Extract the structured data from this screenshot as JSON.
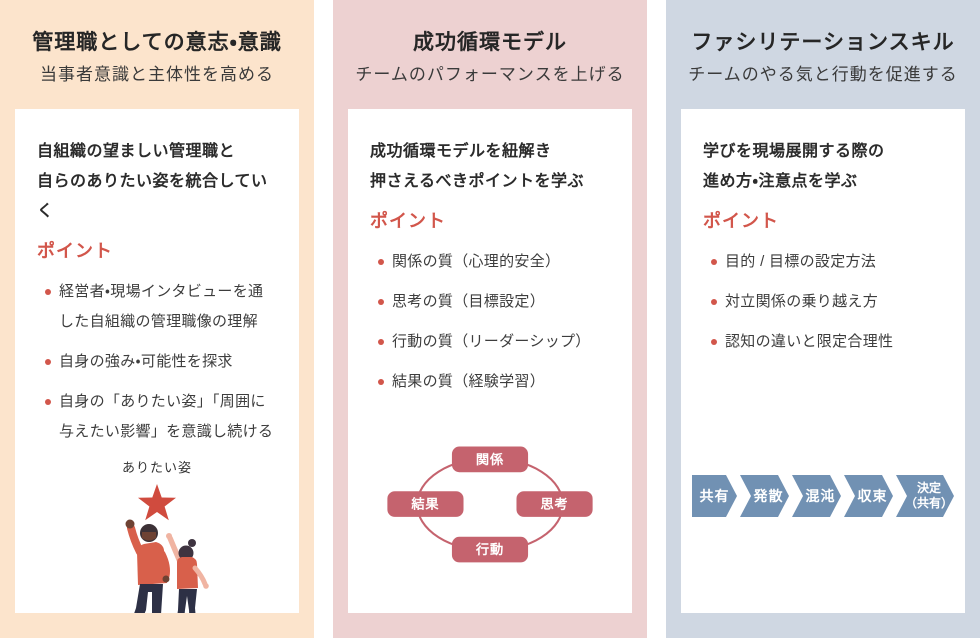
{
  "colors": {
    "left_bg": "#fce4cc",
    "middle_bg": "#edd1d1",
    "right_bg": "#cfd7e2",
    "accent_red": "#d2564b",
    "cycle_rose": "#c5636e",
    "chevron_blue": "#7191b3",
    "star_red": "#d04b3e",
    "text_dark": "#2f2f2f"
  },
  "columns": [
    {
      "title": "管理職としての意志・意識",
      "subtitle": "当事者意識と主体性を高める",
      "lead": "自組織の望ましい管理職と\n自らのありたい姿を統合していく",
      "points_label": "ポイント",
      "bullets": [
        "経営者・現場インタビューを通した自組織の管理職像の理解",
        "自身の強み・可能性を探求",
        "自身の「ありたい姿」「周囲に与えたい影響」を意識し続ける"
      ],
      "illustration_label": "ありたい姿"
    },
    {
      "title": "成功循環モデル",
      "subtitle": "チームのパフォーマンスを上げる",
      "lead": "成功循環モデルを紐解き\n押さえるべきポイントを学ぶ",
      "points_label": "ポイント",
      "bullets": [
        "関係の質（心理的安全）",
        "思考の質（目標設定）",
        "行動の質（リーダーシップ）",
        "結果の質（経験学習）"
      ],
      "cycle": {
        "top": "関係",
        "right": "思考",
        "bottom": "行動",
        "left": "結果"
      }
    },
    {
      "title": "ファシリテーションスキル",
      "subtitle": "チームのやる気と行動を促進する",
      "lead": "学びを現場展開する際の\n進め方・注意点を学ぶ",
      "points_label": "ポイント",
      "bullets": [
        "目的 / 目標の設定方法",
        "対立関係の乗り越え方",
        "認知の違いと限定合理性"
      ],
      "flow_steps": [
        "共有",
        "発散",
        "混沌",
        "収束",
        "決定\n（共有）"
      ]
    }
  ]
}
